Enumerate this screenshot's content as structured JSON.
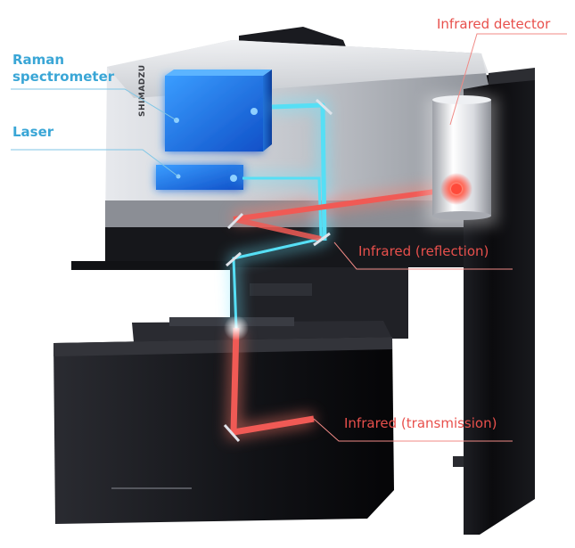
{
  "labels": {
    "raman_line1": "Raman",
    "raman_line2": "spectrometer",
    "laser": "Laser",
    "infrared_detector": "Infrared detector",
    "infrared_reflection": "Infrared (reflection)",
    "infrared_transmission": "Infrared (transmission)"
  },
  "brand": "SHIMADZU",
  "colors": {
    "blue_label": "#3aa6d6",
    "red_label": "#e8504c",
    "blue_component": "#1e78e8",
    "ir_beam": "#f06060",
    "laser_beam": "#4fd8f0",
    "instrument_black": "#0e0e12",
    "instrument_silver": "#b9bcc3"
  }
}
